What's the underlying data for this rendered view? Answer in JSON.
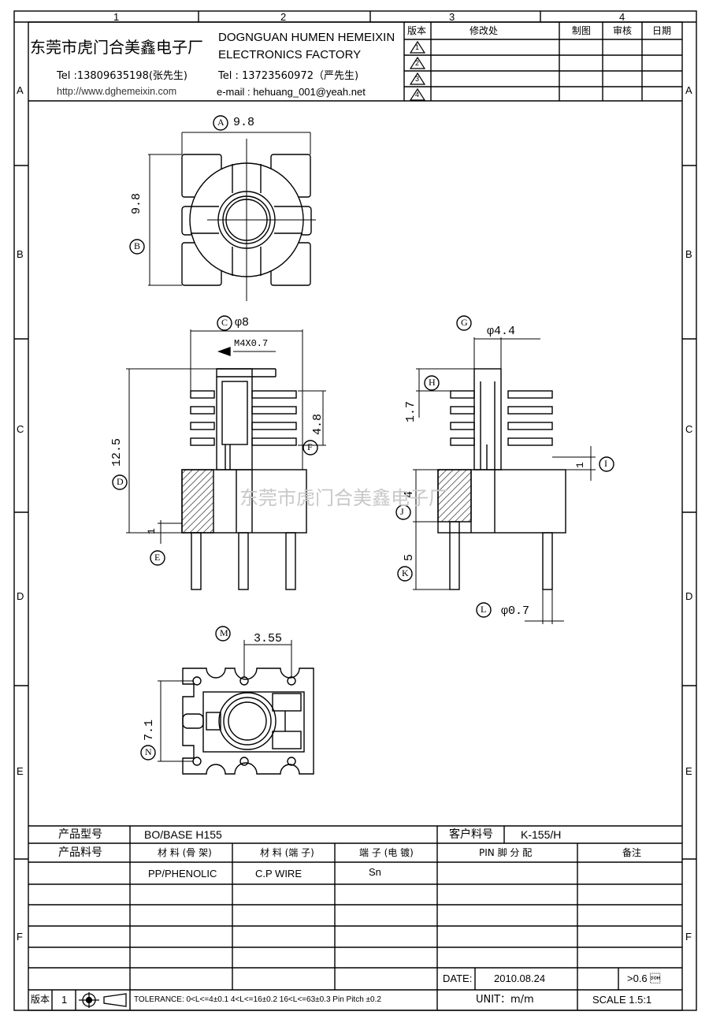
{
  "grid": {
    "columns": [
      "1",
      "2",
      "3",
      "4"
    ],
    "rows": [
      "A",
      "B",
      "C",
      "D",
      "E",
      "F"
    ]
  },
  "header": {
    "company_cn": "东莞市虎门合美鑫电子厂",
    "company_en_line1": "DOGNGUAN HUMEN HEMEIXIN",
    "company_en_line2": "ELECTRONICS FACTORY",
    "tel1": "Tel :13809635198(张先生)",
    "tel2": "Tel : 13723560972（严先生)",
    "website": "http://www.dghemeixin.com",
    "email": "e-mail : hehuang_001@yeah.net"
  },
  "revision_table": {
    "headers": [
      "版本",
      "修改处",
      "制图",
      "审核",
      "日期"
    ],
    "marks": [
      "1",
      "2",
      "3",
      "4"
    ]
  },
  "drawing": {
    "top_view": {
      "label_a": "A",
      "dim_a": "9.8",
      "label_b": "B",
      "dim_b": "9.8"
    },
    "side_view": {
      "label_c": "C",
      "dim_c": "φ8",
      "thread": "M4X0.7",
      "label_d": "D",
      "dim_d": "12.5",
      "label_e": "E",
      "dim_e": "1",
      "label_f": "F",
      "dim_f": "4.8"
    },
    "right_view": {
      "label_g": "G",
      "dim_g": "φ4.4",
      "label_h": "H",
      "dim_h": "1.7",
      "label_i": "I",
      "dim_i": "1",
      "label_j": "J",
      "dim_j": "4",
      "label_k": "K",
      "dim_k": "5",
      "label_l": "L",
      "dim_l": "φ0.7"
    },
    "bottom_view": {
      "label_m": "M",
      "dim_m": "3.55",
      "label_n": "N",
      "dim_n": "7.1"
    },
    "watermark": "东莞市虎门合美鑫电子厂"
  },
  "title_block": {
    "product_model_label": "产品型号",
    "product_model_value": "BO/BASE H155",
    "customer_part_label": "客户料号",
    "customer_part_value": "K-155/H",
    "product_part_label": "产品料号",
    "material_frame_label": "材 料 (骨 架)",
    "material_terminal_label": "材 料 (端 子)",
    "terminal_plating_label": "端 子 (电 镀)",
    "pin_label": "PIN 脚 分 配",
    "remark_label": "备注",
    "material_frame_value": "PP/PHENOLIC",
    "material_terminal_value": "C.P WIRE",
    "terminal_plating_value": "Sn",
    "date_label": "DATE:",
    "date_value": "2010.08.24",
    "spec_value": ">0.6 \u0001",
    "version_label": "版本",
    "version_value": "1",
    "tolerance": "TOLERANCE:  0<L<=4±0.1  4<L<=16±0.2  16<L<=63±0.3  Pin Pitch  ±0.2",
    "unit": "UNIT：m/m",
    "scale": "SCALE  1.5:1"
  }
}
